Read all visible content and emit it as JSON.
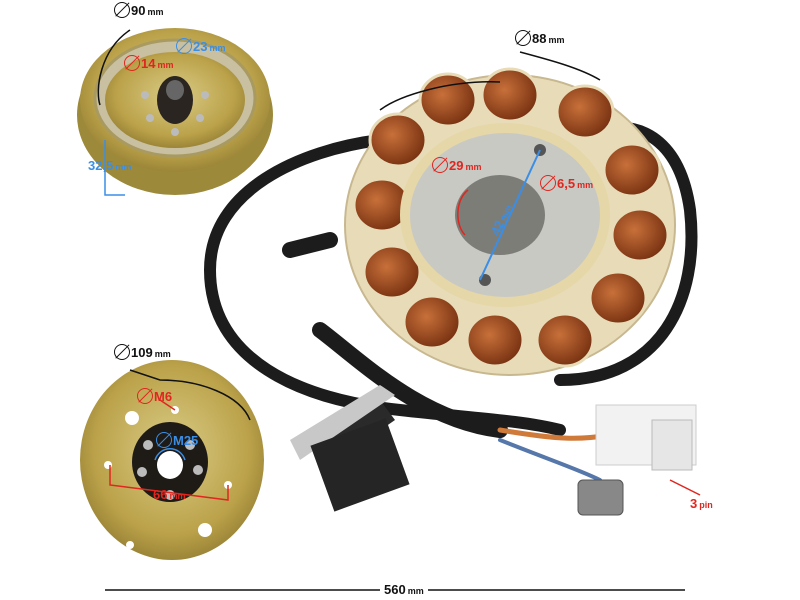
{
  "flywheel_small": {
    "outer_diameter": {
      "value": "90",
      "unit": "mm"
    },
    "hub_diameter": {
      "value": "23",
      "unit": "mm"
    },
    "bore_diameter": {
      "value": "14",
      "unit": "mm"
    },
    "height": {
      "value": "32,5",
      "unit": "mm"
    }
  },
  "stator": {
    "outer_diameter": {
      "value": "88",
      "unit": "mm"
    },
    "inner_diameter": {
      "value": "29",
      "unit": "mm"
    },
    "hole_diameter": {
      "value": "6,5",
      "unit": "mm"
    },
    "hole_spacing": {
      "value": "42",
      "unit": "mm"
    }
  },
  "flywheel_disk": {
    "outer_diameter": {
      "value": "109",
      "unit": "mm"
    },
    "bolt_hole": {
      "value": "M6"
    },
    "center_thread": {
      "value": "M25"
    },
    "bolt_spacing": {
      "value": "66",
      "unit": "mm"
    }
  },
  "connector": {
    "pins": {
      "value": "3",
      "unit": "pin"
    }
  },
  "cable_length": {
    "value": "560",
    "unit": "mm"
  },
  "colors": {
    "red_annotation": "#e0261f",
    "blue_annotation": "#3a8ee6",
    "copper": "#a0481c",
    "brass": "#c9b35a"
  }
}
